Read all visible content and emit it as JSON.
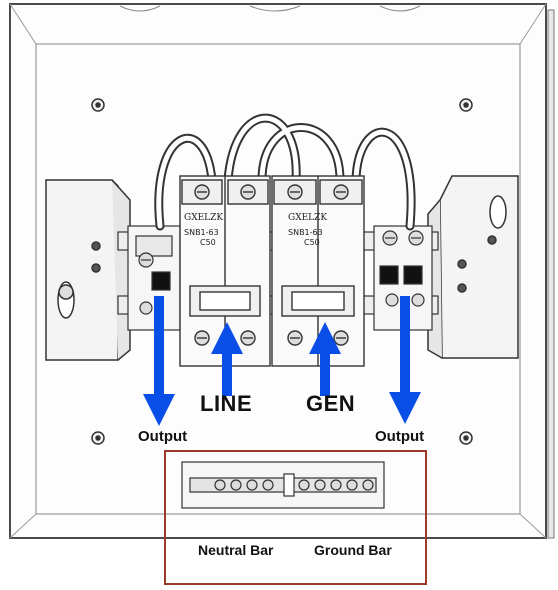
{
  "breakers": [
    {
      "brand": "GXELZK",
      "model": "SNB1-63",
      "rating": "C50"
    },
    {
      "brand": "GXELZK",
      "model": "SNB1-63",
      "rating": "C50"
    }
  ],
  "labels": {
    "line": "LINE",
    "gen": "GEN",
    "output_left": "Output",
    "output_right": "Output",
    "neutral_bar": "Neutral Bar",
    "ground_bar": "Ground Bar"
  },
  "colors": {
    "arrow": "#0a4ee8",
    "highlight_box": "#9a3b2a",
    "line_art": "#3a3a3a"
  }
}
